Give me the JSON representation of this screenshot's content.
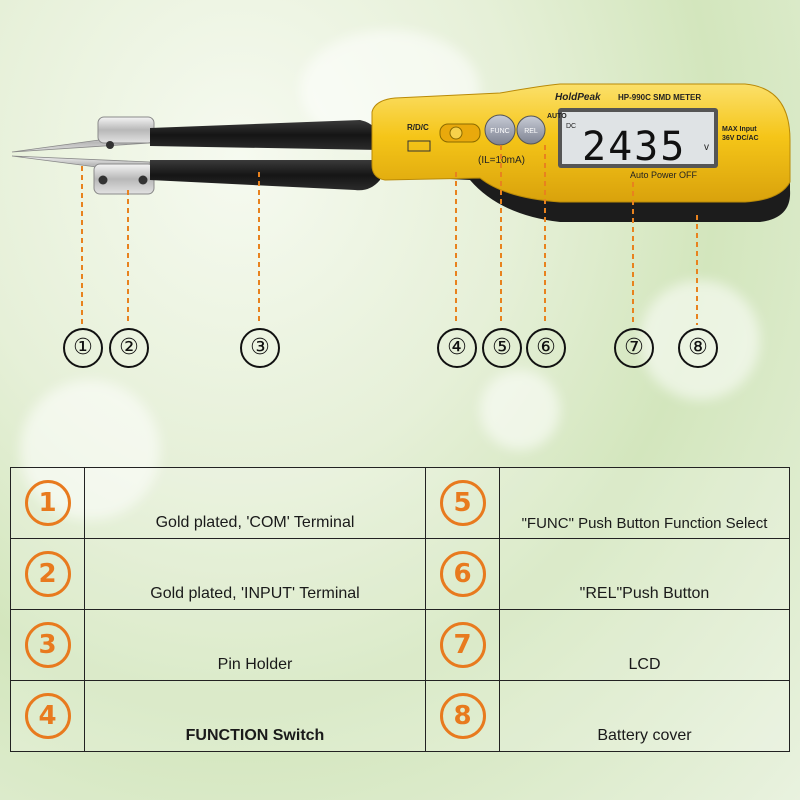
{
  "device": {
    "brand": "HoldPeak",
    "model": "HP-990C SMD METER",
    "mode_label": "R/D/C",
    "func_button": "FUNC",
    "rel_button": "REL",
    "current_label": "(IL=10mA)",
    "lcd_auto": "AUTO",
    "lcd_dc": "DC",
    "lcd_reading": "2435",
    "lcd_unit": "v",
    "max_input_line1": "MAX Input",
    "max_input_line2": "36V DC/AC",
    "auto_power_off": "Auto Power OFF"
  },
  "callouts": [
    "①",
    "②",
    "③",
    "④",
    "⑤",
    "⑥",
    "⑦",
    "⑧"
  ],
  "legend": [
    {
      "num": "1",
      "text": "Gold plated, 'COM' Terminal"
    },
    {
      "num": "2",
      "text": "Gold plated, 'INPUT' Terminal"
    },
    {
      "num": "3",
      "text": "Pin Holder"
    },
    {
      "num": "4",
      "text": "FUNCTION Switch"
    },
    {
      "num": "5",
      "text": "\"FUNC\" Push Button Function Select"
    },
    {
      "num": "6",
      "text": "\"REL\"Push Button"
    },
    {
      "num": "7",
      "text": "LCD"
    },
    {
      "num": "8",
      "text": "Battery cover"
    }
  ],
  "colors": {
    "device_yellow": "#f5c518",
    "grip_black": "#1c1c1c",
    "lcd_bg": "#d9dde0",
    "badge_orange": "#e87a1e",
    "callout_line": "#e8821e"
  }
}
